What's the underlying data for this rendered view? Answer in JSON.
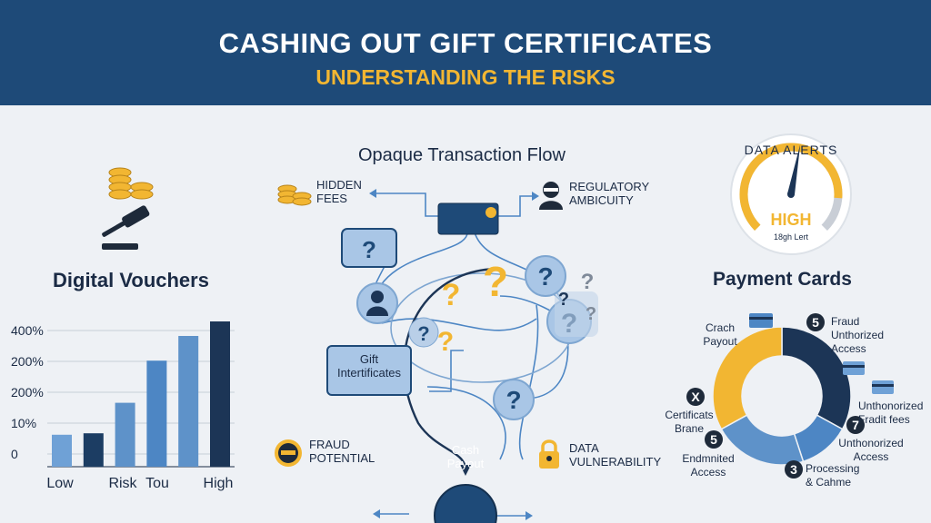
{
  "header": {
    "title": "CASHING OUT GIFT CERTIFICATES",
    "subtitle": "UNDERSTANDING THE RISKS"
  },
  "left": {
    "section_title": "Digital Vouchers",
    "chart_data": {
      "type": "bar",
      "y_tick_labels": [
        "0",
        "10%",
        "200%",
        "200%",
        "400%"
      ],
      "x_tick_labels": [
        "Low",
        "Risk",
        "Tou",
        "High"
      ],
      "values": [
        0.22,
        0.23,
        0.44,
        0.73,
        0.9,
        1.0
      ],
      "colors": [
        "#6fa1d6",
        "#1c3d63",
        "#5e92c9",
        "#4d86c4",
        "#5e92c9",
        "#1c3556"
      ],
      "grid": true
    }
  },
  "flow": {
    "title": "Opaque Transaction Flow",
    "hidden_fees": "HIDDEN FEES",
    "regulatory": "REGULATORY AMBICUITY",
    "gift": "Gift Intertificates",
    "cash": "Cash Payout",
    "fraud": "FRAUD POTENTIAL",
    "data_vuln": "DATA VULNERABILITY",
    "question_mark": "?"
  },
  "gauge": {
    "title": "DATA ALERTS",
    "level_text": "HIGH",
    "sub_text": "18gh Lert",
    "level": 0.85,
    "colors": {
      "active": "#f2b632",
      "track": "#c9ced6"
    }
  },
  "right": {
    "section_title": "Payment Cards",
    "chart_data": {
      "type": "pie",
      "slices": [
        {
          "value": 0.33,
          "color": "#1c3556"
        },
        {
          "value": 0.12,
          "color": "#4d86c4"
        },
        {
          "value": 0.22,
          "color": "#5e92c9"
        },
        {
          "value": 0.33,
          "color": "#f2b632"
        }
      ]
    },
    "labels": {
      "crach": "Crach Payout",
      "fraud_unauth": "Fraud Unthorized Access",
      "badge_5a": "5",
      "unthonorized": "Unthonorized Fradit fees",
      "badge_x": "X",
      "certificats": "Certificats Brane",
      "badge_7": "7",
      "unauth_access": "Unthonorized Access",
      "badge_5b": "5",
      "endmnited": "Endmnited Access",
      "badge_3": "3",
      "processing": "Processing & Cahme"
    }
  },
  "colors": {
    "navy": "#1e4a78",
    "gold": "#f2b632",
    "dark": "#1c3556",
    "blue": "#4d86c4",
    "light_blue": "#a9c6e6"
  }
}
